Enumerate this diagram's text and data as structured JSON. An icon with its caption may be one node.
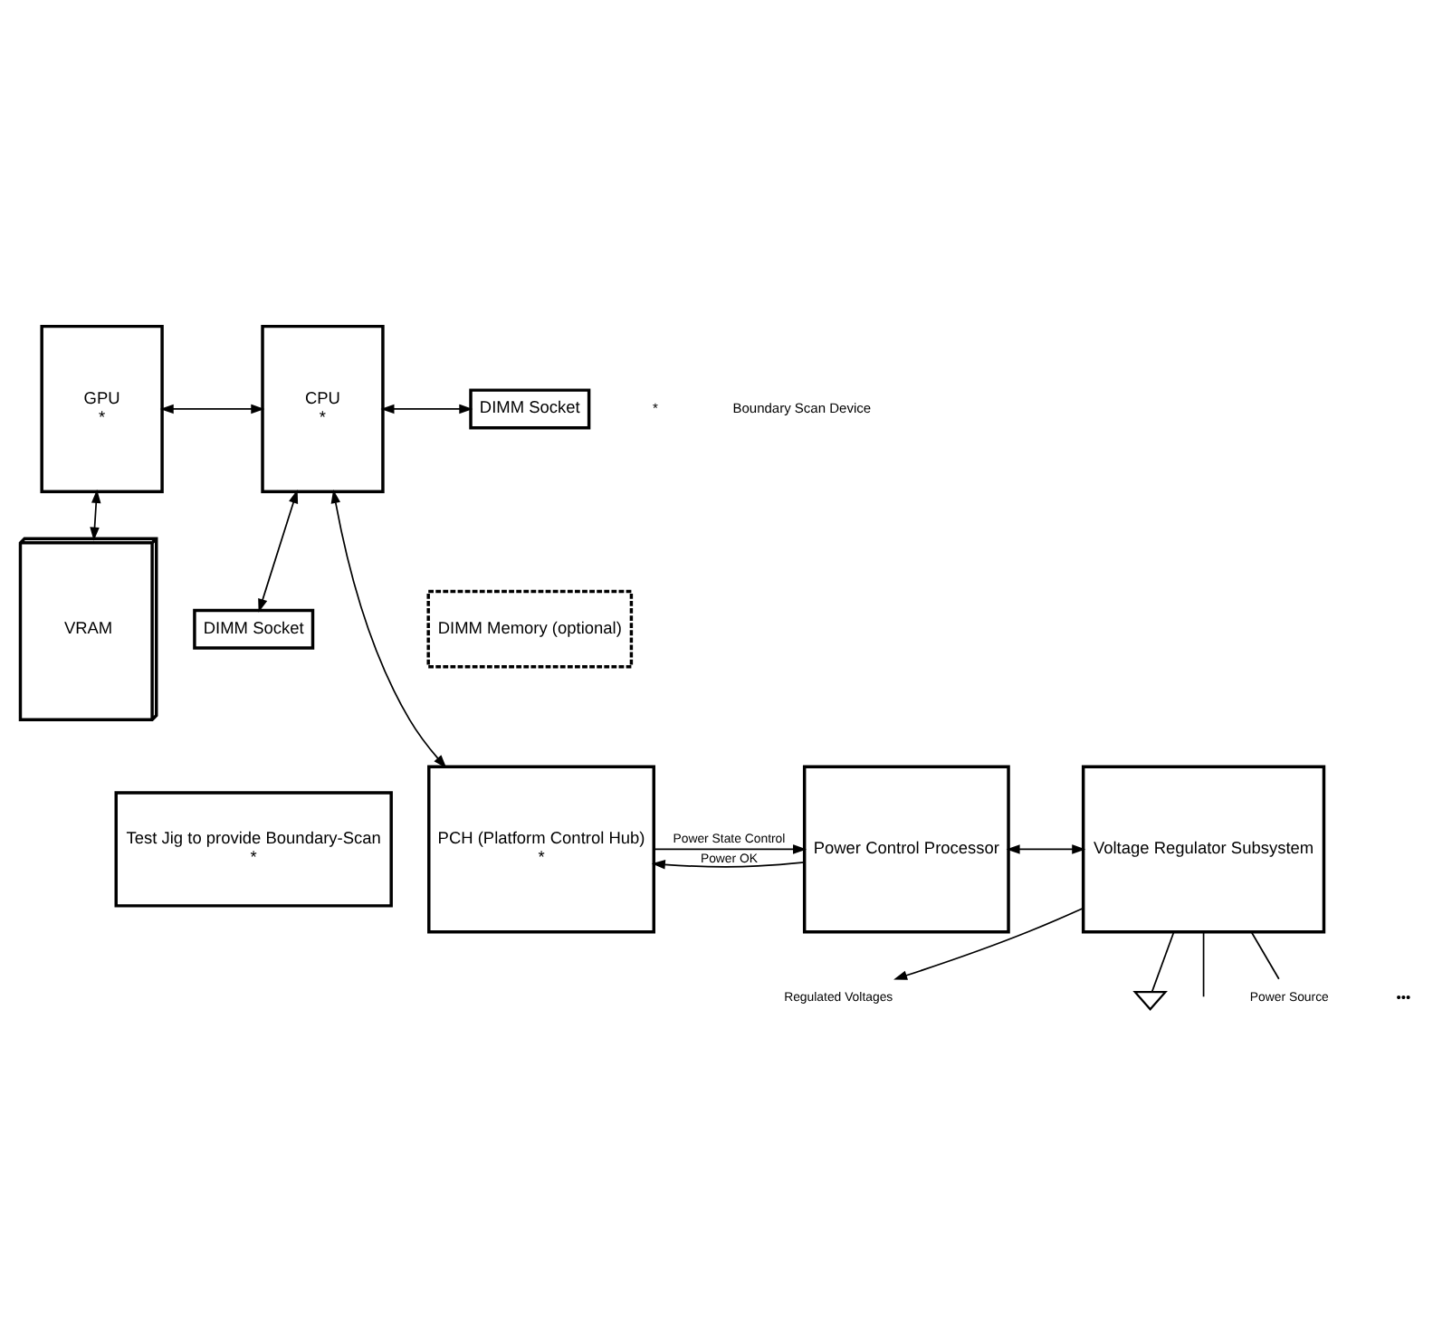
{
  "diagram": {
    "nodes": [
      {
        "text": [
          "GPU",
          "*"
        ]
      },
      {
        "text": [
          "CPU",
          "*"
        ]
      },
      {
        "text": [
          "DIMM Socket"
        ]
      },
      {
        "text": [
          "DIMM Memory (optional)"
        ]
      },
      {
        "text": [
          "DIMM Socket"
        ]
      },
      {
        "text": [
          "Test Jig to provide Boundary-Scan",
          "*"
        ]
      },
      {
        "text": [
          "VRAM"
        ]
      },
      {
        "text": [
          "PCH (Platform Control Hub)",
          "*"
        ]
      },
      {
        "text": [
          "Power Control Processor"
        ]
      },
      {
        "text": [
          "Voltage Regulator Subsystem"
        ]
      },
      {
        "text": [
          "Regulated Voltages"
        ]
      },
      {
        "text": [
          "Power Source"
        ]
      },
      {
        "text": [],
        "shape": "triangle"
      }
    ],
    "edges": [
      {
        "from": 0,
        "to": 1,
        "arrow": "both"
      },
      {
        "from": 1,
        "to": 2,
        "arrow": "both"
      },
      {
        "from": 1,
        "to": 4,
        "arrow": "both"
      },
      {
        "from": 0,
        "to": 6,
        "arrow": "both"
      },
      {
        "from": 1,
        "to": 7,
        "arrow": "both"
      },
      {
        "from": 8,
        "to": 7,
        "arrow": "to",
        "label": "Power OK"
      },
      {
        "from": 7,
        "to": 8,
        "arrow": "to",
        "label": "Power State Control"
      },
      {
        "from": 8,
        "to": 9,
        "arrow": "both"
      },
      {
        "from": 9,
        "to": 10,
        "arrow": "to"
      },
      {
        "from": 9,
        "to": null,
        "arrow": "none"
      },
      {
        "from": 11,
        "to": 9,
        "arrow": "none"
      },
      {
        "from": 9,
        "to": 12,
        "arrow": "none"
      }
    ],
    "labels": [
      "•••",
      "*",
      "Boundary Scan Device"
    ]
  }
}
